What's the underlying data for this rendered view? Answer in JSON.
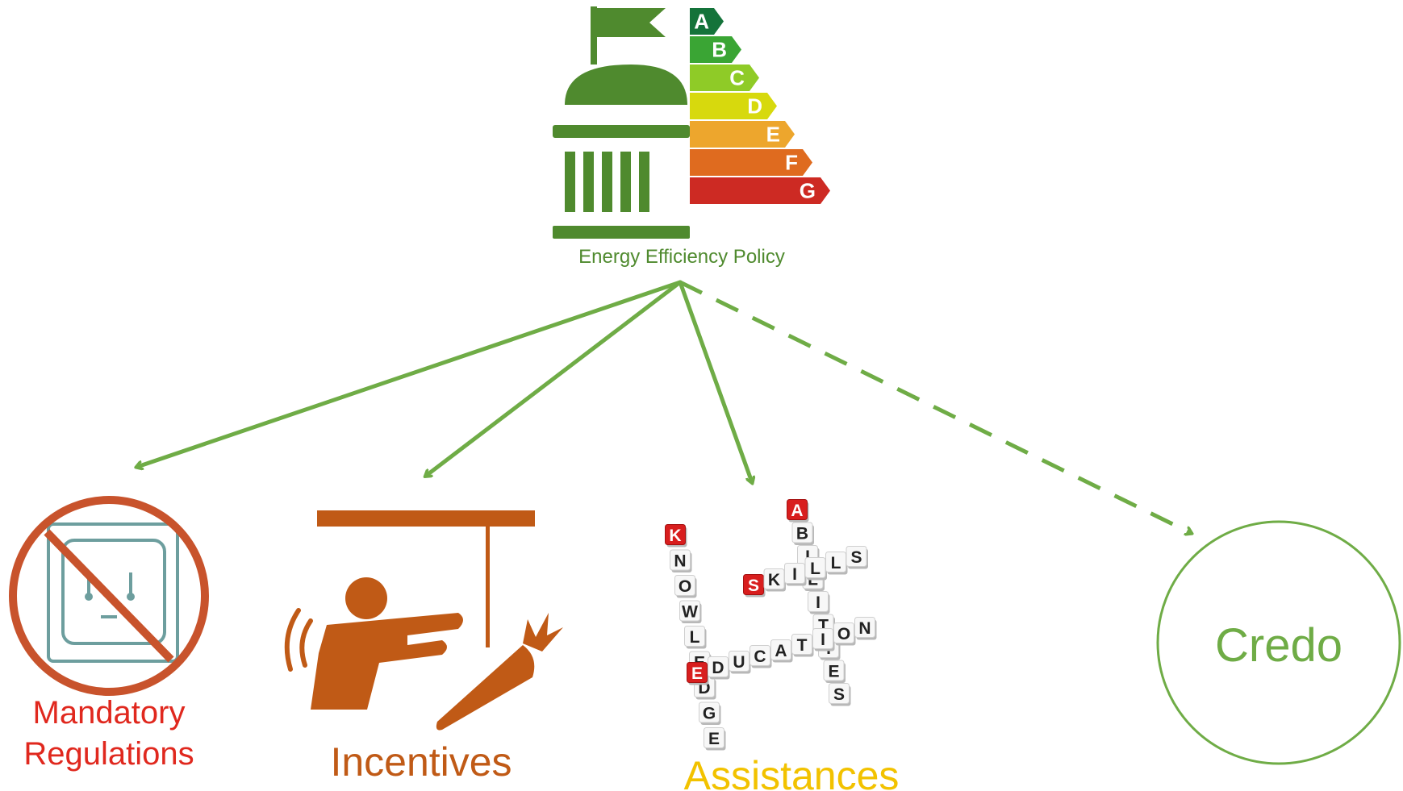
{
  "colors": {
    "policy_green": "#4f8a2e",
    "arrow_green": "#6fac46",
    "regulation_red": "#e0281e",
    "regulation_icon": "#6d9e9e",
    "incentive_orange": "#c05a16",
    "tile_red": "#d81e1e",
    "assist_yellow": "#f2c200",
    "credo_green": "#6fac46"
  },
  "policy": {
    "label": "Energy Efficiency Policy",
    "ratings": [
      {
        "letter": "A",
        "color": "#14733a"
      },
      {
        "letter": "B",
        "color": "#3aa534"
      },
      {
        "letter": "C",
        "color": "#8fcb27"
      },
      {
        "letter": "D",
        "color": "#d7d90d"
      },
      {
        "letter": "E",
        "color": "#eda62d"
      },
      {
        "letter": "F",
        "color": "#df6b1f"
      },
      {
        "letter": "G",
        "color": "#cd2a23"
      }
    ]
  },
  "nodes": {
    "regulations": {
      "line1": "Mandatory",
      "line2": "Regulations"
    },
    "incentives": {
      "label": "Incentives"
    },
    "assistances": {
      "label": "Assistances"
    },
    "credo": {
      "label": "Credo"
    }
  },
  "crossword": {
    "knowledge": [
      "K",
      "N",
      "O",
      "W",
      "L",
      "E",
      "D",
      "G",
      "E"
    ],
    "skills": [
      "S",
      "K",
      "I",
      "L",
      "L",
      "S"
    ],
    "abilities": [
      "A",
      "B",
      "I",
      "L",
      "I",
      "T",
      "I",
      "E",
      "S"
    ],
    "education": [
      "E",
      "D",
      "U",
      "C",
      "A",
      "T",
      "I",
      "O",
      "N"
    ]
  },
  "arrows": [
    {
      "from": "policy",
      "to": "regulations",
      "style": "solid"
    },
    {
      "from": "policy",
      "to": "incentives",
      "style": "solid"
    },
    {
      "from": "policy",
      "to": "assistances",
      "style": "solid"
    },
    {
      "from": "policy",
      "to": "credo",
      "style": "dashed"
    }
  ]
}
